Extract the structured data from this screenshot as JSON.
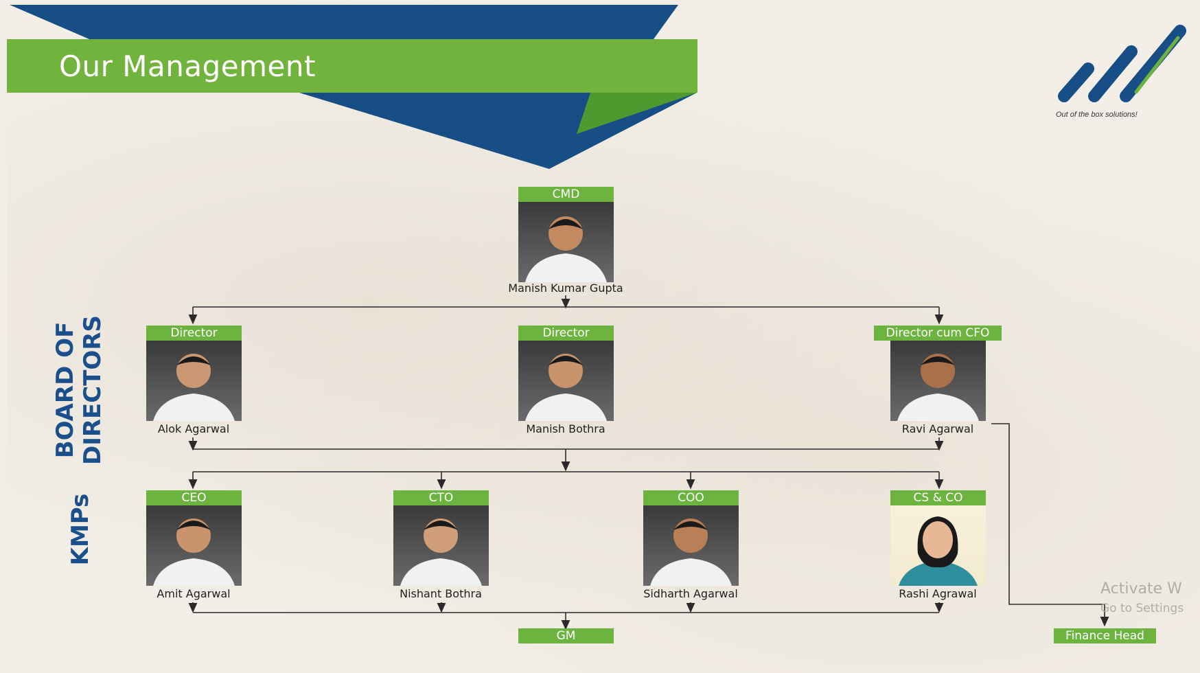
{
  "header": {
    "title": "Our Management"
  },
  "logo": {
    "tagline": "Out of the box solutions!"
  },
  "side_labels": {
    "board": "BOARD OF DIRECTORS",
    "kmps": "KMPs"
  },
  "people": {
    "cmd": {
      "role": "CMD",
      "name": "Manish Kumar Gupta"
    },
    "director1": {
      "role": "Director",
      "name": "Alok Agarwal"
    },
    "director2": {
      "role": "Director",
      "name": "Manish Bothra"
    },
    "director_cfo": {
      "role": "Director cum CFO",
      "name": "Ravi Agarwal"
    },
    "ceo": {
      "role": "CEO",
      "name": "Amit Agarwal"
    },
    "cto": {
      "role": "CTO",
      "name": "Nishant Bothra"
    },
    "coo": {
      "role": "COO",
      "name": "Sidharth Agarwal"
    },
    "cs_co": {
      "role": "CS & CO",
      "name": "Rashi Agrawal"
    }
  },
  "bottom_nodes": {
    "gm": "GM",
    "finance_head": "Finance Head"
  },
  "watermark": {
    "line1": "Activate W",
    "line2": "Go to Settings"
  },
  "colors": {
    "green": "#6db33f",
    "blue": "#174e86",
    "line": "#2a2a2a"
  }
}
